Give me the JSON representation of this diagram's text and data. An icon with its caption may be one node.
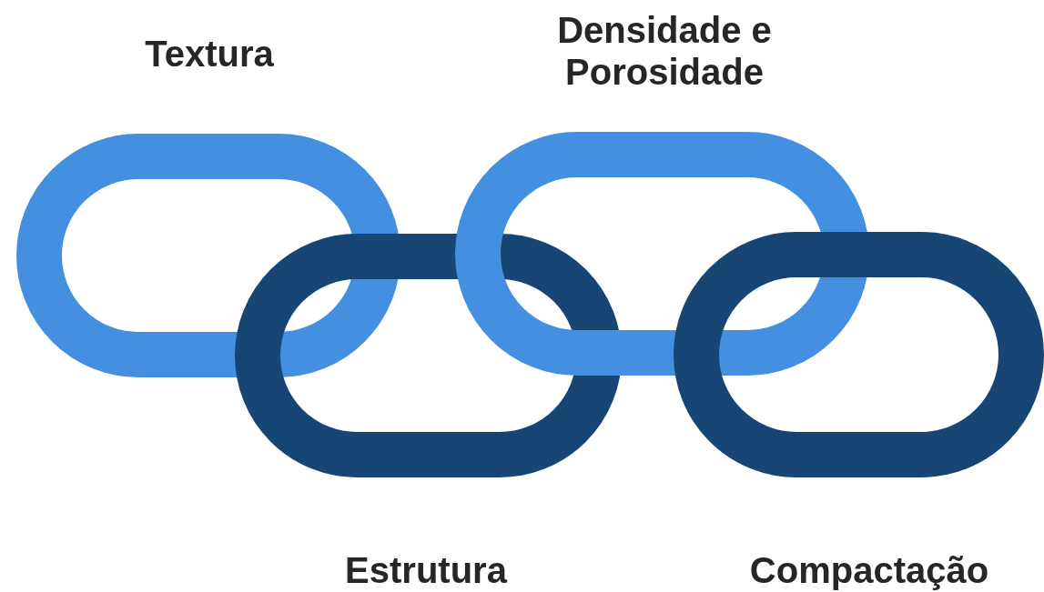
{
  "diagram": {
    "nodes": [
      {
        "text": [
          "Textura"
        ]
      },
      {
        "text": [
          "Estrutura"
        ]
      },
      {
        "text": [
          "Densidade e Porosidade"
        ]
      },
      {
        "text": [
          "Compactação"
        ]
      }
    ]
  }
}
